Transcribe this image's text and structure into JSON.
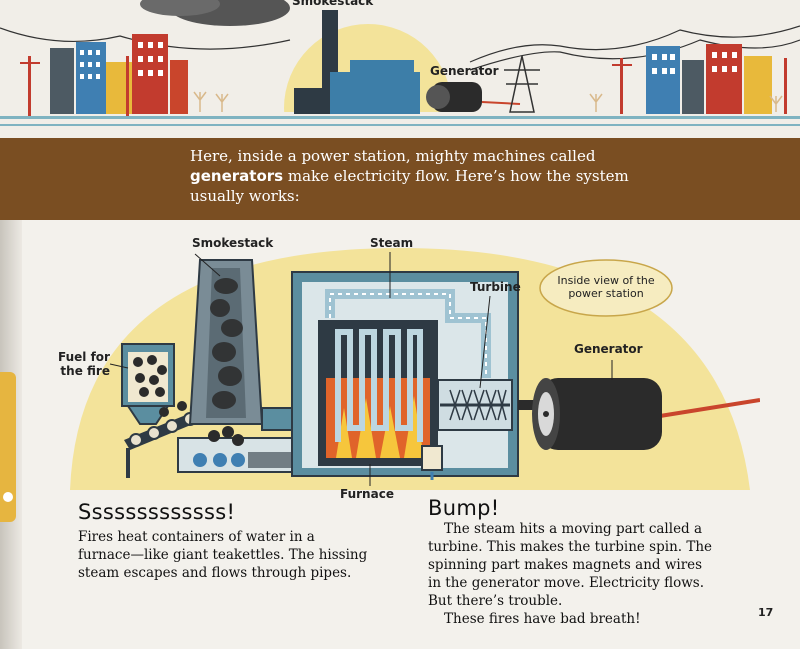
{
  "top_labels": {
    "smokestack": "Smokestack",
    "generator": "Generator"
  },
  "intro": {
    "part1": "Here, inside a power station, mighty machines called",
    "bold": "generators",
    "part2": "make electricity flow. Here’s how the system",
    "part3": "usually works:"
  },
  "diagram_labels": {
    "smokestack": "Smokestack",
    "steam": "Steam",
    "turbine": "Turbine",
    "inside_view_line1": "Inside view of the",
    "inside_view_line2": "power station",
    "generator": "Generator",
    "fuel_line1": "Fuel for",
    "fuel_line2": "the fire",
    "furnace": "Furnace"
  },
  "left_section": {
    "heading": "Sssssssssssss!",
    "lines": [
      "Fires heat containers of water in a",
      "furnace—like giant teakettles. The hissing",
      "steam escapes and flows through pipes."
    ]
  },
  "right_section": {
    "heading": "Bump!",
    "lines": [
      "The steam hits a moving part called a",
      "turbine. This makes the turbine spin. The",
      "spinning part makes magnets and wires",
      "in the generator move. Electricity flows.",
      "But there’s trouble.",
      "These fires have bad breath!"
    ]
  },
  "page_number": "17",
  "colors": {
    "banner": "#7a4e22",
    "sun": "#f3e39a",
    "steel": "#5b8ea0",
    "fire": "#e0642a",
    "wire": "#c9452c"
  }
}
